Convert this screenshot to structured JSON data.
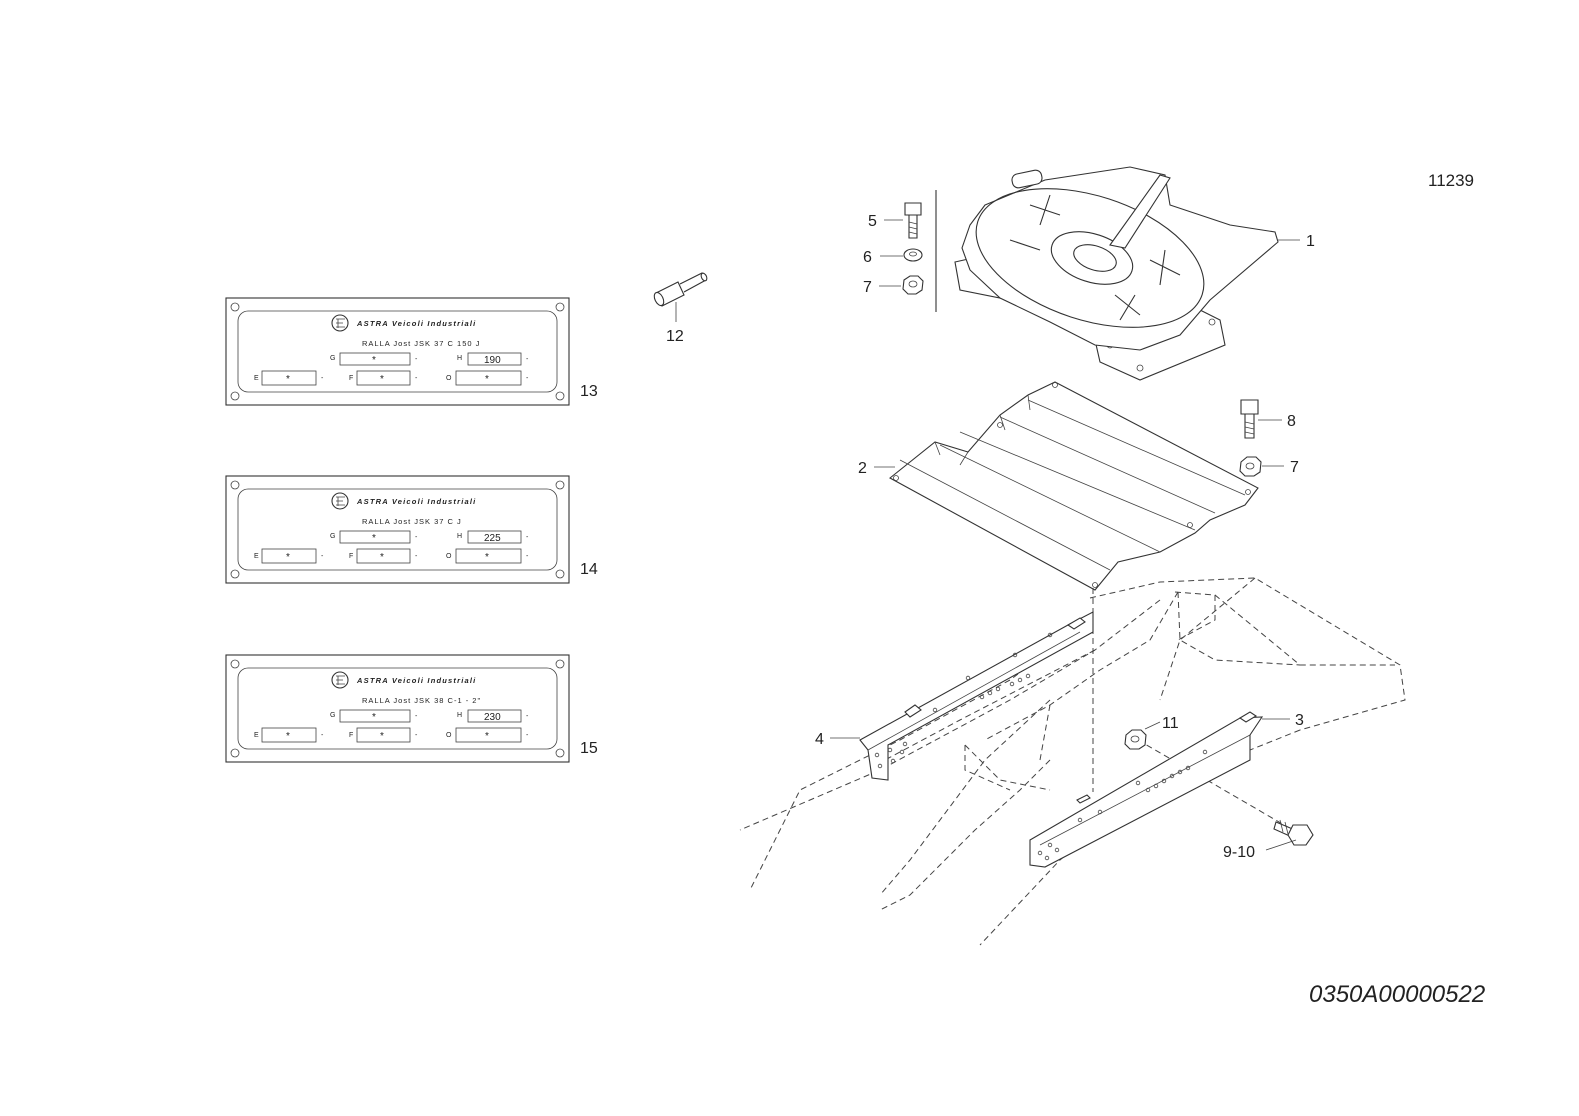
{
  "drawing_number": "11239",
  "document_code": "0350A00000522",
  "callouts": {
    "c1": "1",
    "c2": "2",
    "c3": "3",
    "c4": "4",
    "c5": "5",
    "c6": "6",
    "c7a": "7",
    "c7b": "7",
    "c8": "8",
    "c9_10": "9-10",
    "c11": "11",
    "c12": "12",
    "c13": "13",
    "c14": "14",
    "c15": "15"
  },
  "plates": [
    {
      "brand": "ASTRA Veicoli Industriali",
      "model": "RALLA   Jost    JSK 37 C 150 J",
      "g_label": "G",
      "g_value": "*",
      "h_label": "H",
      "h_value": "190",
      "e_label": "E",
      "e_value": "*",
      "f_label": "F",
      "f_value": "*",
      "o_label": "O",
      "o_value": "*",
      "dash": "-"
    },
    {
      "brand": "ASTRA Veicoli Industriali",
      "model": "RALLA   Jost    JSK 37 C   J",
      "g_label": "G",
      "g_value": "*",
      "h_label": "H",
      "h_value": "225",
      "e_label": "E",
      "e_value": "*",
      "f_label": "F",
      "f_value": "*",
      "o_label": "O",
      "o_value": "*",
      "dash": "-"
    },
    {
      "brand": "ASTRA Veicoli Industriali",
      "model": "RALLA   Jost    JSK 38 C-1 - 2\"",
      "g_label": "G",
      "g_value": "*",
      "h_label": "H",
      "h_value": "230",
      "e_label": "E",
      "e_value": "*",
      "f_label": "F",
      "f_value": "*",
      "o_label": "O",
      "o_value": "*",
      "dash": "-"
    }
  ]
}
